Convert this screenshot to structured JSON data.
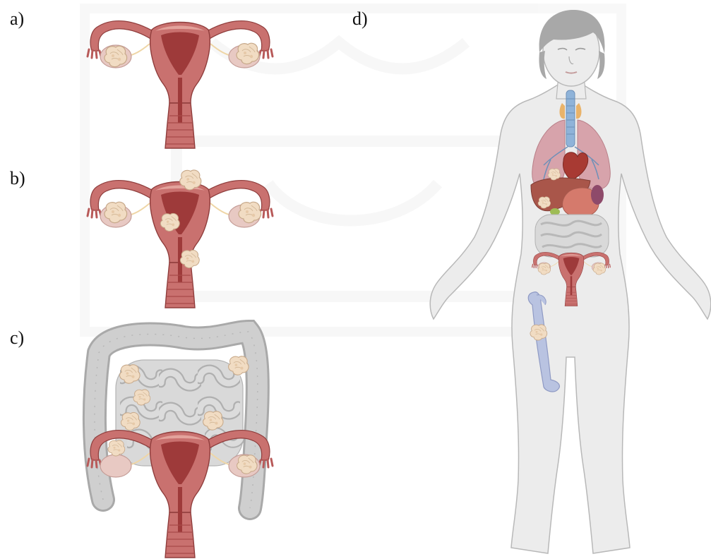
{
  "panels": {
    "a": {
      "label": "a)",
      "subject": "uterus",
      "lesions": 2
    },
    "b": {
      "label": "b)",
      "subject": "uterus",
      "lesions": 5
    },
    "c": {
      "label": "c)",
      "subject": "intestines-and-uterus",
      "lesions": 7
    },
    "d": {
      "label": "d)",
      "subject": "female-body",
      "lesions": 5
    }
  },
  "colors": {
    "uterus_muscle": "#c9716f",
    "uterus_inner": "#9e3a3a",
    "uterus_light": "#e3a39c",
    "tube": "#b85a59",
    "lesion": "#f1dcc3",
    "lesion_outline": "#c7a98a",
    "ovary": "#e8c9c3",
    "bowel": "#cfcfcf",
    "bowel_dark": "#a9a9a9",
    "body_skin": "#ececec",
    "body_outline": "#b8b8b8",
    "hair": "#a8a8a8",
    "lung": "#d7a3ab",
    "liver": "#a9564a",
    "stomach": "#d57a6c",
    "heart": "#a83a33",
    "trachea": "#8fb3d9",
    "thyroid": "#e9b36a",
    "femur": "#b9c3e1",
    "watermark": "#f2f2f2"
  }
}
